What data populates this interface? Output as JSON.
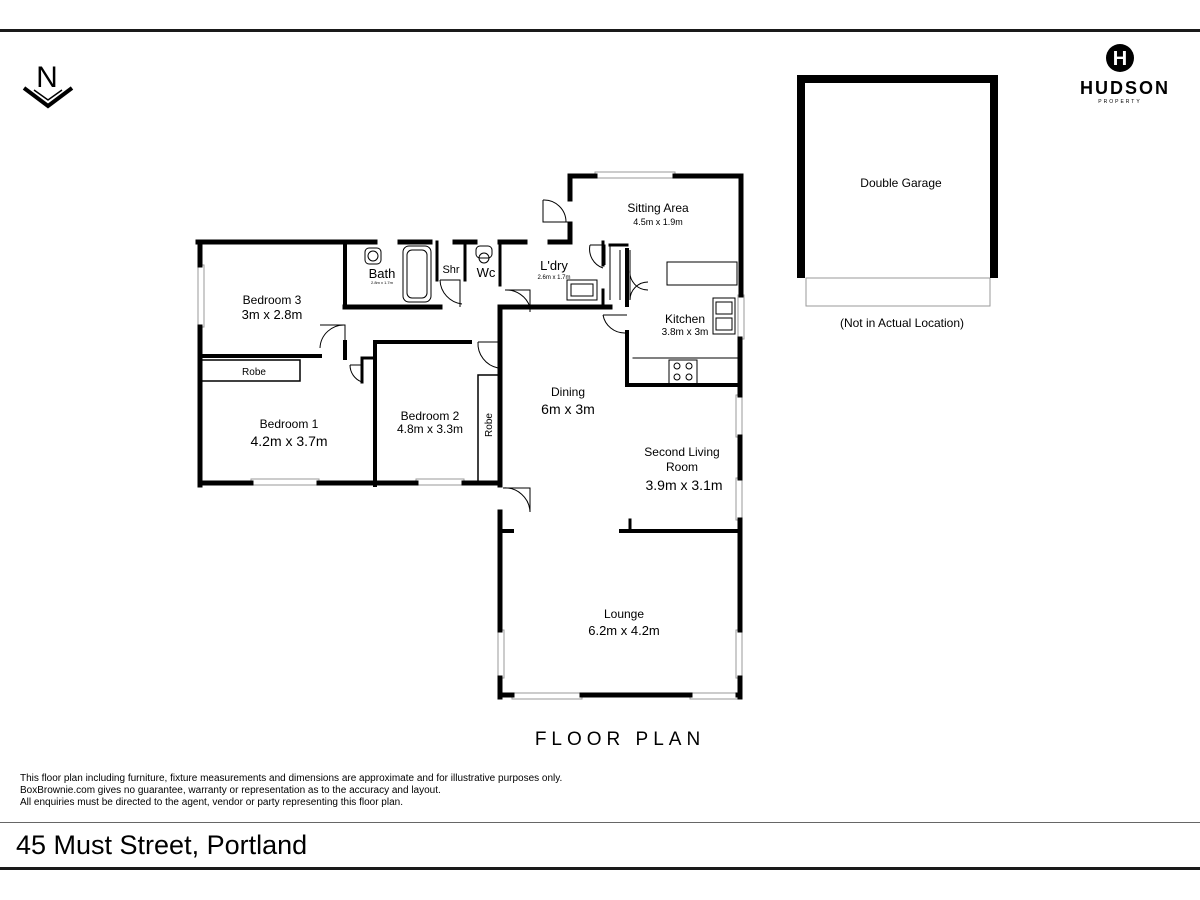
{
  "brand": {
    "logo_letter": "H",
    "name": "HUDSON",
    "sub": "PROPERTY"
  },
  "compass": {
    "letter": "N"
  },
  "plan_title": "FLOOR PLAN",
  "rooms": {
    "sitting": {
      "name": "Sitting Area",
      "dims": "4.5m x 1.9m"
    },
    "bath": {
      "name": "Bath",
      "dims": "2.8m x 1.7m"
    },
    "shr": {
      "name": "Shr"
    },
    "wc": {
      "name": "Wc"
    },
    "ldry": {
      "name": "L'dry",
      "dims": "2.6m x 1.7m"
    },
    "bed3": {
      "name": "Bedroom 3",
      "dims": "3m x 2.8m"
    },
    "kitchen": {
      "name": "Kitchen",
      "dims": "3.8m x 3m"
    },
    "robe1": {
      "name": "Robe"
    },
    "robe2": {
      "name": "Robe"
    },
    "dining": {
      "name": "Dining",
      "dims": "6m x 3m"
    },
    "bed1": {
      "name": "Bedroom 1",
      "dims": "4.2m x 3.7m"
    },
    "bed2": {
      "name": "Bedroom 2",
      "dims": "4.8m x 3.3m"
    },
    "second_living": {
      "name_line1": "Second Living",
      "name_line2": "Room",
      "dims": "3.9m x 3.1m"
    },
    "lounge": {
      "name": "Lounge",
      "dims": "6.2m x 4.2m"
    },
    "garage": {
      "name": "Double Garage",
      "note": "(Not in Actual Location)"
    }
  },
  "disclaimer": [
    "This floor plan including furniture, fixture measurements and dimensions are approximate and for illustrative purposes only.",
    "BoxBrownie.com gives no guarantee, warranty or representation as to the accuracy and layout.",
    "All enquiries must be directed to the agent, vendor or party representing this floor plan."
  ],
  "address": "45 Must Street, Portland",
  "colors": {
    "wall": "#000000",
    "rule": "#1a1a1a",
    "window": "#9a9a9a",
    "background": "#ffffff"
  }
}
